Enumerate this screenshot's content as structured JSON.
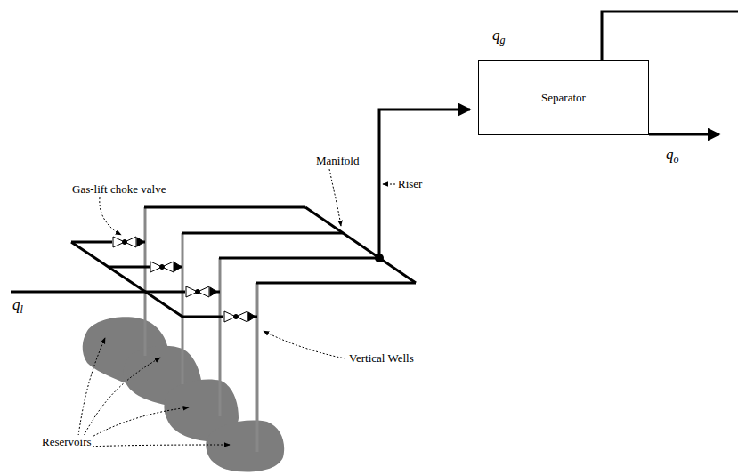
{
  "diagram": {
    "nodes": [
      {
        "text": [
          "Separator"
        ]
      }
    ],
    "labels": [
      "qg",
      "qo",
      "ql",
      "Gas-lift choke valve",
      "Manifold",
      "Riser",
      "Vertical Wells",
      "Reservoirs"
    ]
  }
}
